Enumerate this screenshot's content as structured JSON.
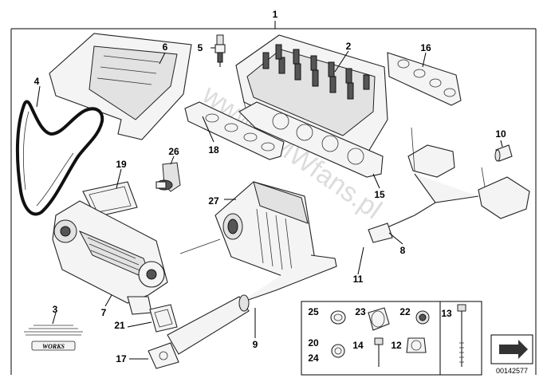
{
  "watermark": "www.BMWfans.pl",
  "diagram_code": "00142577",
  "logo_text": "WORKS",
  "callouts": {
    "c1": "1",
    "c2": "2",
    "c3": "3",
    "c4": "4",
    "c5": "5",
    "c6": "6",
    "c7": "7",
    "c8": "8",
    "c9": "9",
    "c10": "10",
    "c11": "11",
    "c12": "12",
    "c13": "13",
    "c14": "14",
    "c15": "15",
    "c16": "16",
    "c17": "17",
    "c18": "18",
    "c19": "19",
    "c20": "20",
    "c21": "21",
    "c22": "22",
    "c23": "23",
    "c24": "24",
    "c25": "25",
    "c26": "26",
    "c27": "27"
  },
  "colors": {
    "line": "#000000",
    "part_fill": "#f4f4f4",
    "watermark": "#bfbfbf"
  }
}
